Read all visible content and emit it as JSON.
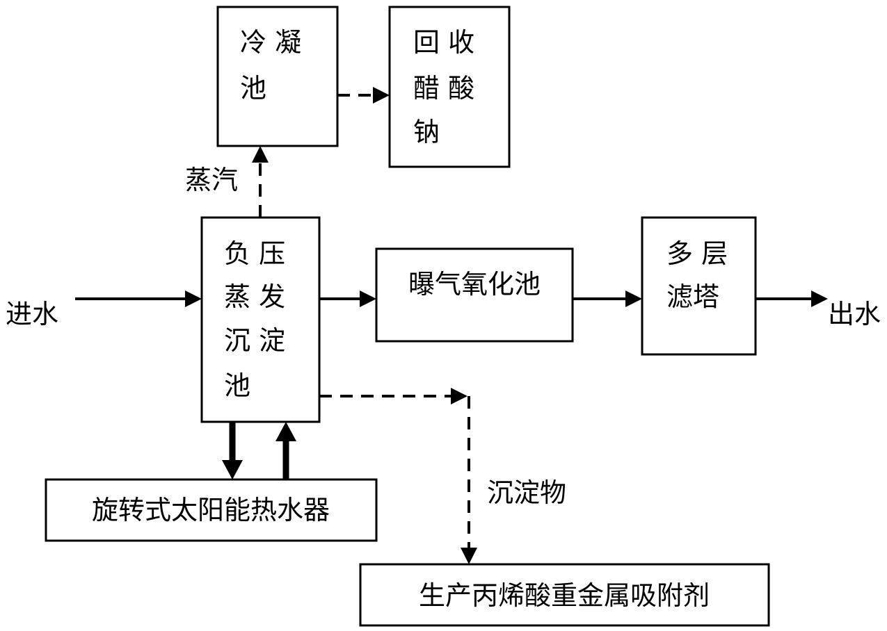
{
  "nodes": {
    "condenser": {
      "line1": "冷 凝",
      "line2": "池"
    },
    "recover": {
      "line1": "回 收",
      "line2": "醋 酸",
      "line3": "钠"
    },
    "evaporator": {
      "line1": "负 压",
      "line2": "蒸 发",
      "line3": "沉 淀",
      "line4": "池"
    },
    "aeration": {
      "label": "曝气氧化池"
    },
    "filter": {
      "line1": "多 层",
      "line2": "滤塔"
    },
    "heater": {
      "label": "旋转式太阳能热水器"
    },
    "adsorbent": {
      "label": "生产丙烯酸重金属吸附剂"
    }
  },
  "labels": {
    "inlet": "进水",
    "outlet": "出水",
    "steam": "蒸汽",
    "sediment": "沉淀物"
  }
}
